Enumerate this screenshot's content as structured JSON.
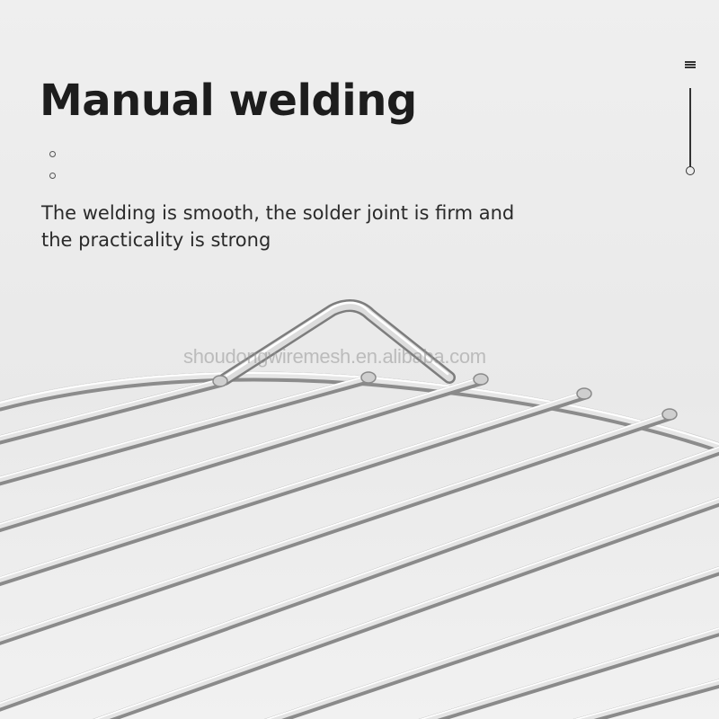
{
  "heading": "Manual welding",
  "description": "The welding is smooth, the solder joint is firm and the practicality is strong",
  "watermark": "shoudongwiremesh.en.alibaba.com",
  "colors": {
    "background": "#ececec",
    "heading": "#1d1d1d",
    "steel_wire": "#d6d6d6"
  },
  "icons": [
    "menu-icon",
    "bullet-icon",
    "scroll-indicator-icon"
  ]
}
